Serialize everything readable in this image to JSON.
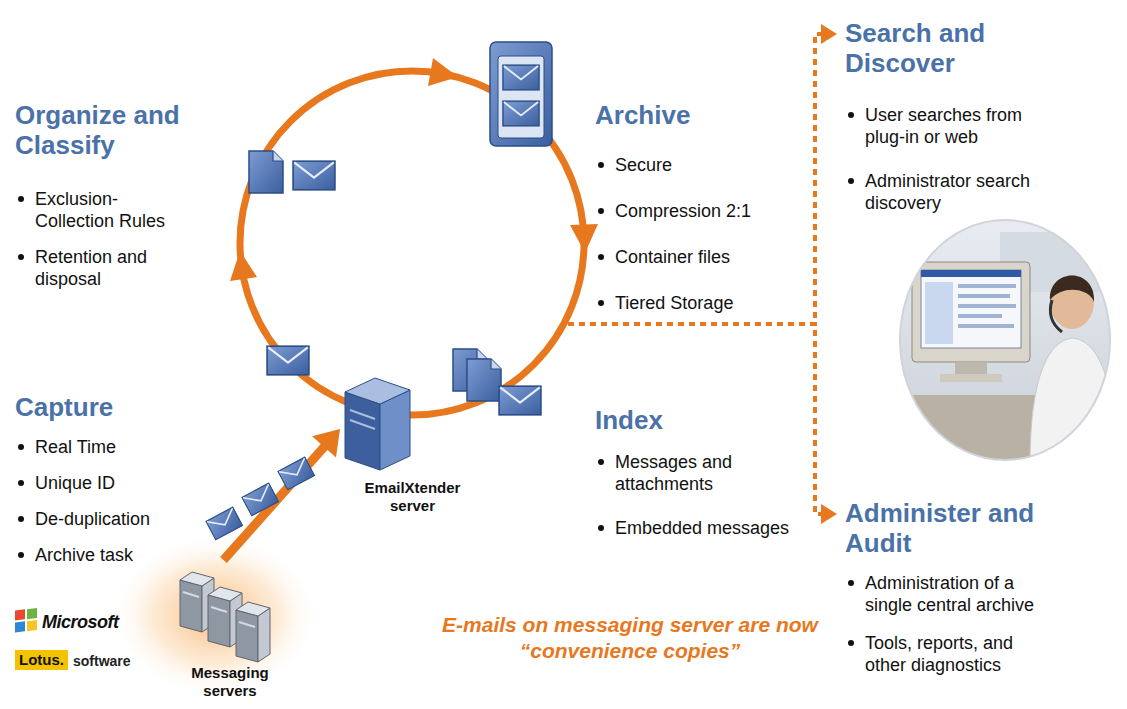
{
  "diagram": {
    "nodes": [
      {
        "text": [
          "Organize and Classify",
          "Exclusion-Collection Rules",
          "Retention and disposal"
        ]
      },
      {
        "text": [
          "Archive",
          "Secure",
          "Compression 2:1",
          "Container files",
          "Tiered Storage"
        ]
      },
      {
        "text": [
          "Search and Discover",
          "User searches from plug-in or web",
          "Administrator search discovery"
        ]
      },
      {
        "text": [
          "Capture",
          "Real Time",
          "Unique ID",
          "De-duplication",
          "Archive task"
        ]
      },
      {
        "text": [
          "EmailXtender server"
        ]
      },
      {
        "text": [
          "Index",
          "Messages and attachments",
          "Embedded messages"
        ]
      },
      {
        "text": [
          "Administer and Audit",
          "Administration of a single central archive",
          "Tools, reports, and other diagnostics"
        ]
      },
      {
        "text": [
          "Messaging servers"
        ]
      }
    ],
    "edges": [
      {
        "from": 7,
        "to": 4,
        "arrow": "to"
      },
      {
        "from": 1,
        "to": 2,
        "arrow": "to"
      },
      {
        "from": 1,
        "to": 6,
        "arrow": "to"
      }
    ],
    "labels": [
      "Microsoft",
      "Lotus.",
      "software",
      "E-mails on messaging server are now “convenience copies”"
    ]
  }
}
